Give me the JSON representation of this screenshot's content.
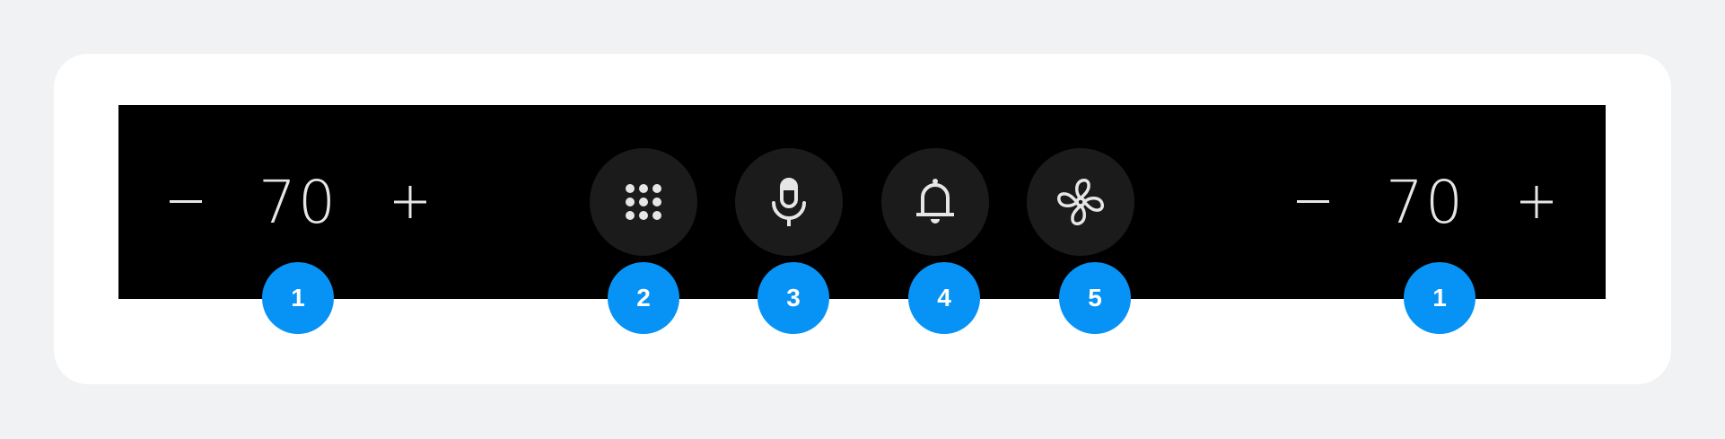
{
  "left_temp": {
    "minus": "−",
    "value": "70",
    "plus": "+"
  },
  "right_temp": {
    "minus": "−",
    "value": "70",
    "plus": "+"
  },
  "buttons": [
    {
      "icon": "dialpad-icon"
    },
    {
      "icon": "microphone-icon"
    },
    {
      "icon": "bell-icon"
    },
    {
      "icon": "fan-icon"
    }
  ],
  "badges": [
    "1",
    "2",
    "3",
    "4",
    "5",
    "1"
  ],
  "colors": {
    "page_bg": "#f1f2f4",
    "card_bg": "#ffffff",
    "bar_bg": "#000000",
    "button_bg": "#1b1b1b",
    "icon": "#e6e6e6",
    "badge": "#0793f5"
  }
}
